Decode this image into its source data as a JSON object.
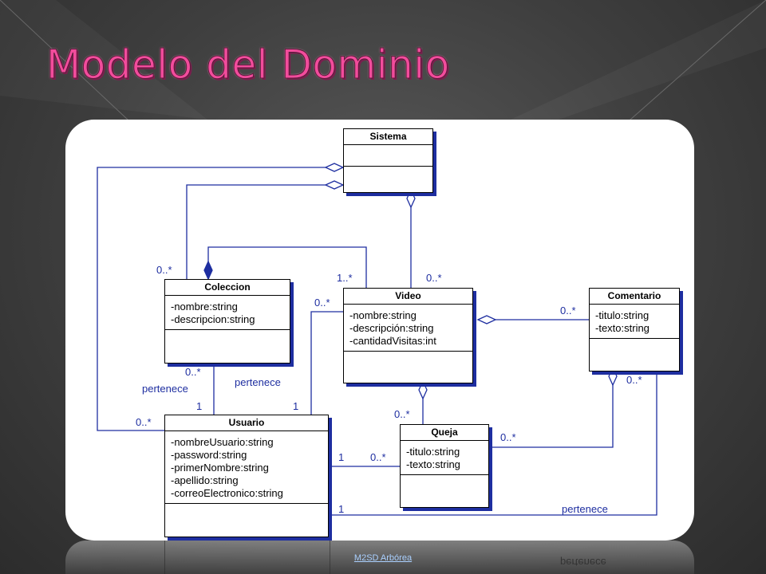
{
  "slide": {
    "title": "Modelo del Dominio",
    "footer": "M2SD Arbórea"
  },
  "classes": {
    "sistema": {
      "name": "Sistema",
      "attributes": []
    },
    "coleccion": {
      "name": "Coleccion",
      "attributes": [
        "-nombre:string",
        "-descripcion:string"
      ]
    },
    "video": {
      "name": "Video",
      "attributes": [
        "-nombre:string",
        "-descripción:string",
        "-cantidadVisitas:int"
      ]
    },
    "comentario": {
      "name": "Comentario",
      "attributes": [
        "-titulo:string",
        "-texto:string"
      ]
    },
    "usuario": {
      "name": "Usuario",
      "attributes": [
        "-nombreUsuario:string",
        "-password:string",
        "-primerNombre:string",
        "-apellido:string",
        "-correoElectronico:string"
      ]
    },
    "queja": {
      "name": "Queja",
      "attributes": [
        "-titulo:string",
        "-texto:string"
      ]
    }
  },
  "labels": {
    "l1": "0..*",
    "l2": "1..*",
    "l3": "0..*",
    "l4": "0..*",
    "l5": "0..*",
    "l6": "0..*",
    "l7": "pertenece",
    "l8": "1",
    "l9": "pertenece",
    "l10": "1",
    "l11": "0..*",
    "l12": "0..*",
    "l13": "0..*",
    "l14": "0..*",
    "l15": "1",
    "l16": "0..*",
    "l17": "1",
    "l18": "pertenece"
  },
  "reflection": {
    "text": "pertenece"
  }
}
